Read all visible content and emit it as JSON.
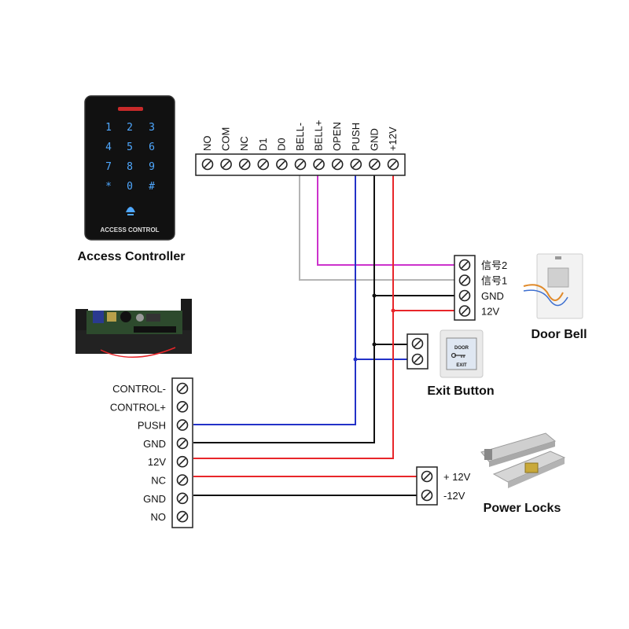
{
  "keypad": {
    "keys": [
      "1",
      "2",
      "3",
      "4",
      "5",
      "6",
      "7",
      "8",
      "9",
      "*",
      "0",
      "#"
    ],
    "panel_label": "ACCESS CONTROL",
    "title": "Access Controller"
  },
  "top_terminals": [
    "NO",
    "COM",
    "NC",
    "D1",
    "D0",
    "BELL-",
    "BELL+",
    "OPEN",
    "PUSH",
    "GND",
    "+12V"
  ],
  "psu_terminals": [
    "CONTROL-",
    "CONTROL+",
    "PUSH",
    "GND",
    "12V",
    "NC",
    "GND",
    "NO"
  ],
  "door_bell": {
    "terminals": [
      "信号2",
      "信号1",
      "GND",
      "12V"
    ],
    "title": "Door Bell"
  },
  "exit_button": {
    "plate_top": "DOOR",
    "plate_bottom": "EXIT",
    "title": "Exit Button"
  },
  "power_locks": {
    "terminals": [
      "+ 12V",
      "-12V"
    ],
    "title": "Power Locks"
  },
  "colors": {
    "wire_red": "#e8262a",
    "wire_black": "#111111",
    "wire_blue": "#2332c8",
    "wire_magenta": "#cc33cc",
    "wire_gray": "#b4b4b4",
    "keypad_glow": "#4fa8ff"
  }
}
